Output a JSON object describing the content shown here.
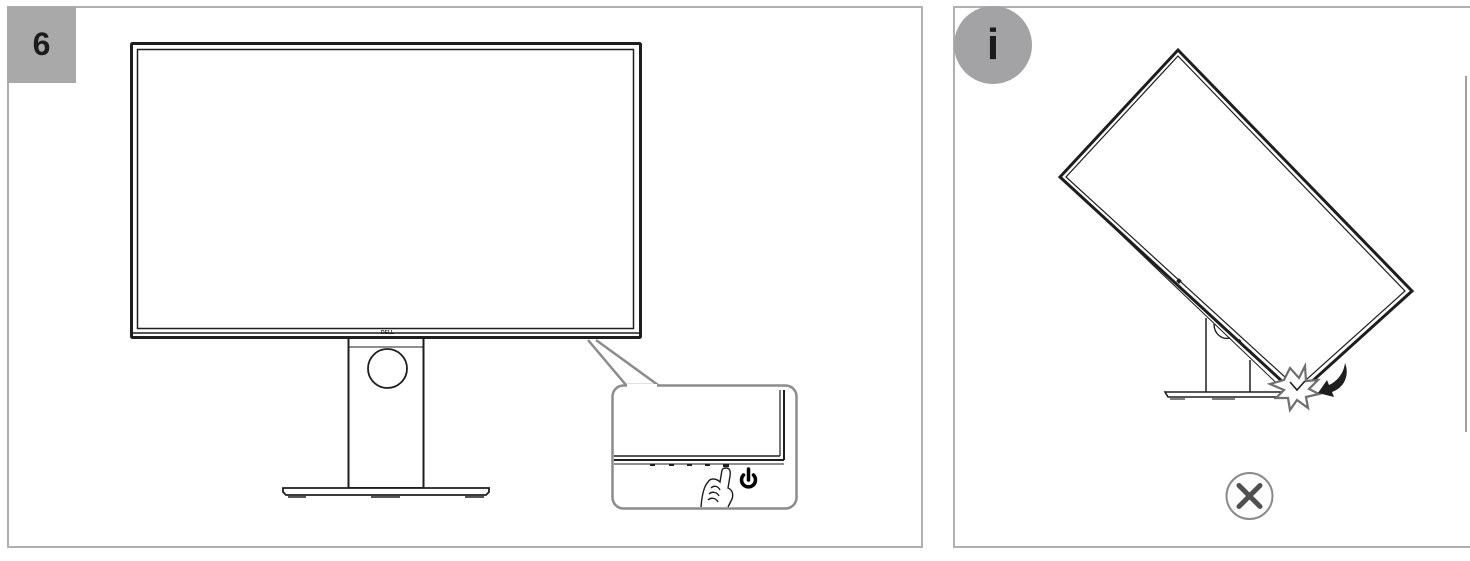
{
  "panels": [
    {
      "id": "step",
      "badge": "6",
      "badge_shape": "square",
      "badge_color": "#a9a9a9",
      "illustration": "monitor-front-view",
      "callout": {
        "content": "power-button-press",
        "icons": [
          "hand-pointing-icon",
          "power-icon"
        ],
        "control_buttons_count": 5
      },
      "logo_text": "DELL"
    },
    {
      "id": "info",
      "badge": "i",
      "badge_shape": "circle",
      "badge_color": "#a3a3a5",
      "illustration": "monitor-rotated-hitting-base",
      "icons": [
        "impact-burst-icon",
        "rotation-arrow-icon",
        "prohibited-x-icon"
      ],
      "meaning": "incorrect"
    }
  ],
  "colors": {
    "border": "#b0b0b0",
    "line": "#1e1e1e",
    "callout_stroke": "#8c8c8c",
    "x_icon": "#505050"
  }
}
